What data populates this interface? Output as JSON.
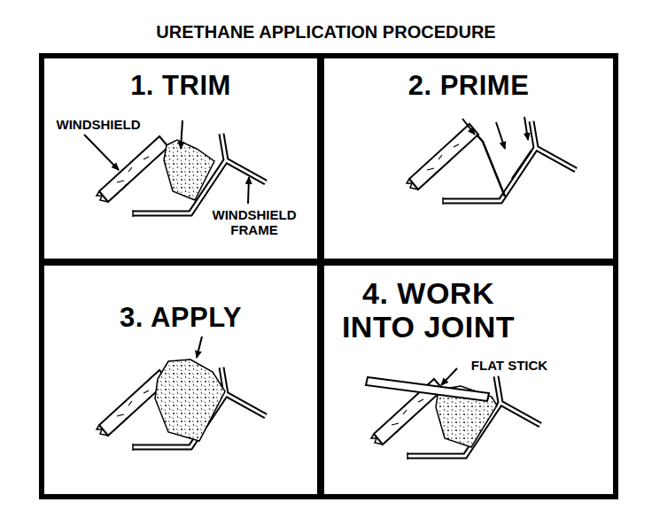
{
  "diagram": {
    "title": "URETHANE APPLICATION PROCEDURE",
    "nodes": [
      {
        "text": [
          "1. TRIM"
        ]
      },
      {
        "text": [
          "2. PRIME"
        ]
      },
      {
        "text": [
          "3. APPLY"
        ]
      },
      {
        "text": [
          "4. WORK INTO JOINT"
        ]
      }
    ],
    "labels": [
      "WINDSHIELD",
      "WINDSHIELD FRAME",
      "FLAT STICK"
    ]
  }
}
